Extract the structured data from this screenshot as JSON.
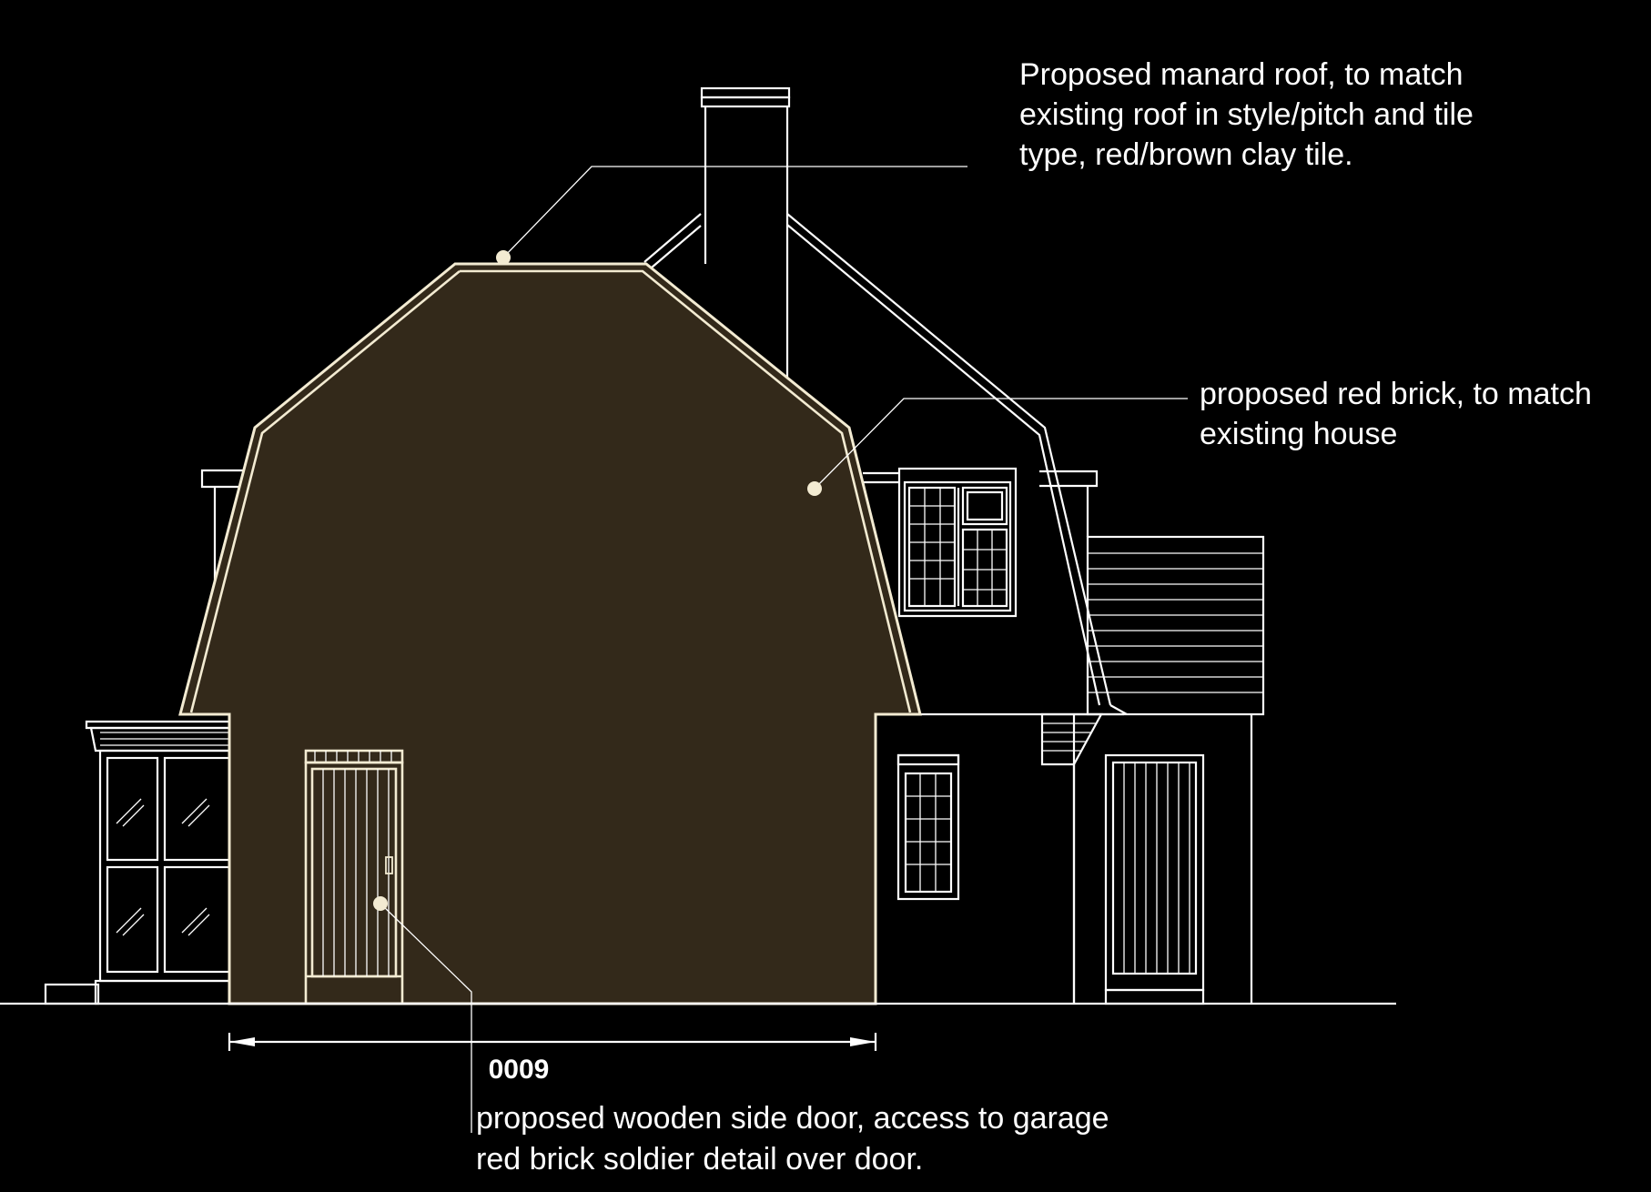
{
  "colors": {
    "background": "#000000",
    "line": "#ffffff",
    "proposed_fill": "#33291a",
    "proposed_outline": "#f3ebd2"
  },
  "annotations": {
    "roof": [
      "Proposed manard roof, to match",
      "existing roof in style/pitch and tile",
      "type, red/brown clay tile."
    ],
    "brick": [
      "proposed red brick, to match",
      "existing house"
    ],
    "door": [
      "proposed wooden side door, access to garage",
      "red brick soldier detail over door."
    ]
  },
  "dimension": {
    "label": "0009"
  }
}
